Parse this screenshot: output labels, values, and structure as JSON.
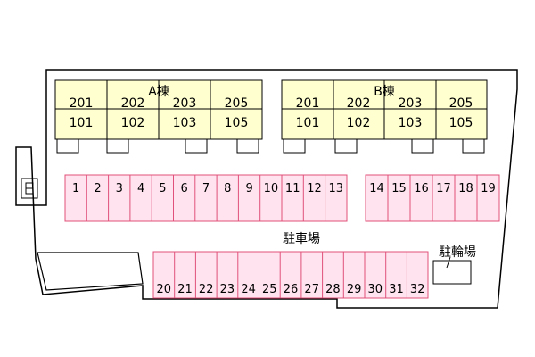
{
  "buildings": [
    {
      "name": "A棟",
      "upper_units": [
        "201",
        "202",
        "203",
        "205"
      ],
      "lower_units": [
        "101",
        "102",
        "103",
        "105"
      ]
    },
    {
      "name": "B棟",
      "upper_units": [
        "201",
        "202",
        "203",
        "205"
      ],
      "lower_units": [
        "101",
        "102",
        "103",
        "105"
      ]
    }
  ],
  "parking_label": "駐車場",
  "bicycle_label": "駐輪場",
  "parking_rows": [
    [
      "1",
      "2",
      "3",
      "4",
      "5",
      "6",
      "7",
      "8",
      "9",
      "10",
      "11",
      "12",
      "13"
    ],
    [
      "14",
      "15",
      "16",
      "17",
      "18",
      "19"
    ],
    [
      "20",
      "21",
      "22",
      "23",
      "24",
      "25",
      "26",
      "27",
      "28",
      "29",
      "30",
      "31",
      "32"
    ]
  ],
  "colors": {
    "building_fill": "#ffffd0",
    "parking_fill": "#ffe4ef",
    "parking_stroke": "#e0507a",
    "outline": "#000000"
  },
  "icons": [
    "meter-box-icon"
  ]
}
